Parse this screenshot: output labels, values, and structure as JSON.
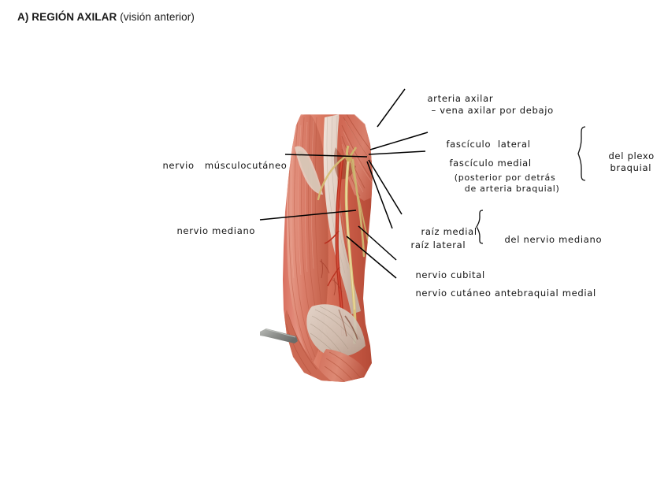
{
  "title": {
    "label_strong": "A) REGIÓN AXILAR",
    "label_light": " (visión anterior)"
  },
  "figure": {
    "name": "axillary-region-anterior-dissection-photograph",
    "description": "Fotografía de disección de la región axilar y brazo, visión anterior"
  },
  "annotations": {
    "arteria_axilar_line1": "arteria axilar",
    "arteria_axilar_line2": "– vena axilar por debajo",
    "fasciculo_lateral": "fascículo  lateral",
    "fasciculo_medial": "fascículo medial",
    "fasciculo_medial_note1": "(posterior por detrás",
    "fasciculo_medial_note2": "de arteria braquial)",
    "plexo_braquial_line1": "del plexo",
    "plexo_braquial_line2": "braquial",
    "nervio_musculocutaneo": "nervio   músculocutáneo",
    "nervio_mediano": "nervio mediano",
    "raiz_medial": "raíz medial",
    "raiz_lateral": "raíz lateral",
    "del_nervio_mediano": "del nervio mediano",
    "nervio_cubital": "nervio cubital",
    "nervio_cutaneo_antebraquial_medial": "nervio cutáneo antebraquial medial"
  },
  "colors": {
    "muscle_light": "#e08878",
    "muscle_mid": "#c9604f",
    "muscle_dark": "#a8432f",
    "fascia": "#e8ded6",
    "tendon": "#efe7de",
    "nerve_yellow": "#d9c27a",
    "artery_red": "#b8301f",
    "probe_gray": "#8d8f8c",
    "ink": "#111111",
    "text": "#1a1a1a"
  }
}
